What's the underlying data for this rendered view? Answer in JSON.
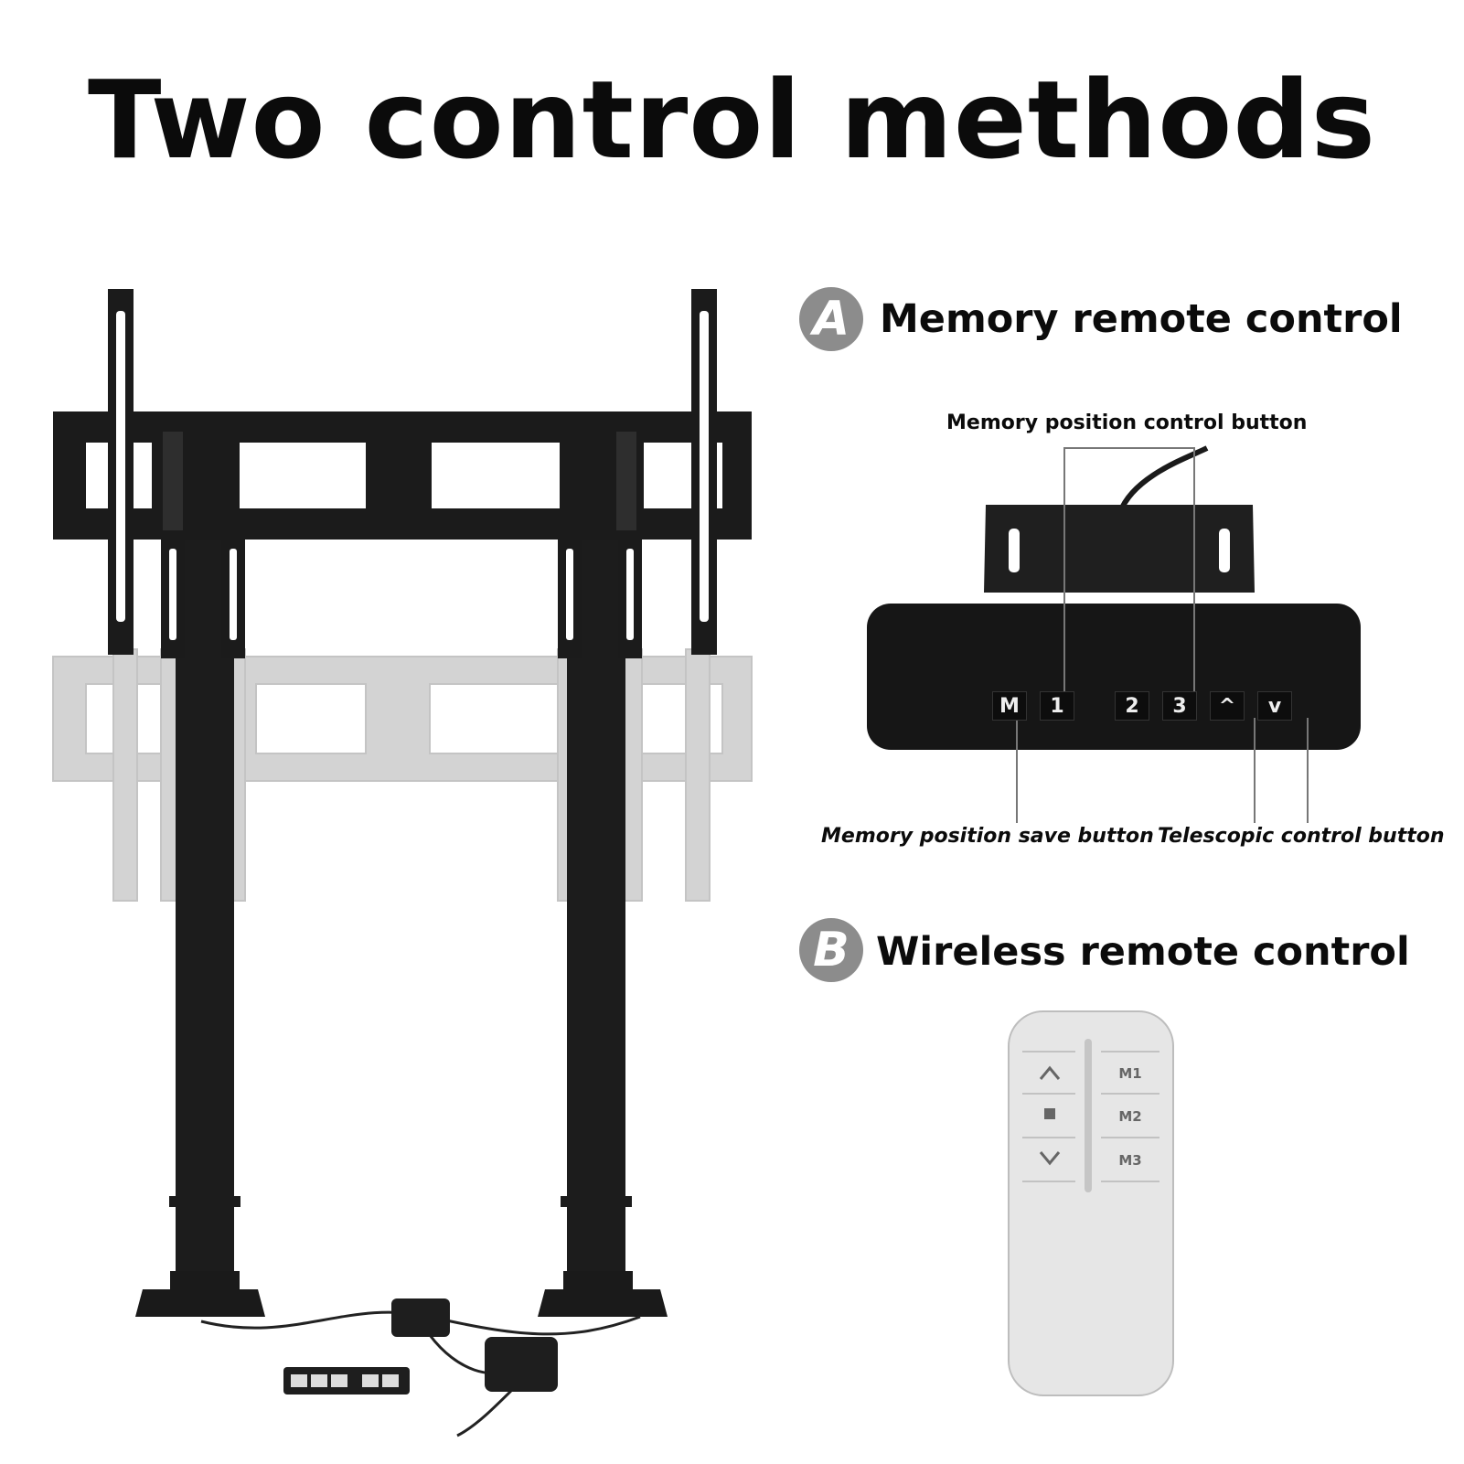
{
  "title": "Two control methods",
  "section_a": {
    "badge": "A",
    "title": "Memory remote control",
    "callouts": {
      "memory_position_control": "Memory position control button",
      "memory_position_save": "Memory position save button",
      "telescopic_control": "Telescopic control button"
    },
    "keypad_buttons": [
      "M",
      "1",
      "2",
      "3",
      "^",
      "v"
    ]
  },
  "section_b": {
    "badge": "B",
    "title": "Wireless remote control",
    "remote_buttons": {
      "m1": "M1",
      "m2": "M2",
      "m3": "M3"
    }
  },
  "icons": [
    "up-arrow-icon",
    "stop-icon",
    "down-arrow-icon"
  ],
  "colors": {
    "badge": "#8c8c8c",
    "stand": "#1a1a1a",
    "ghost": "#cfcfcf",
    "remote": "#e3e3e3"
  }
}
